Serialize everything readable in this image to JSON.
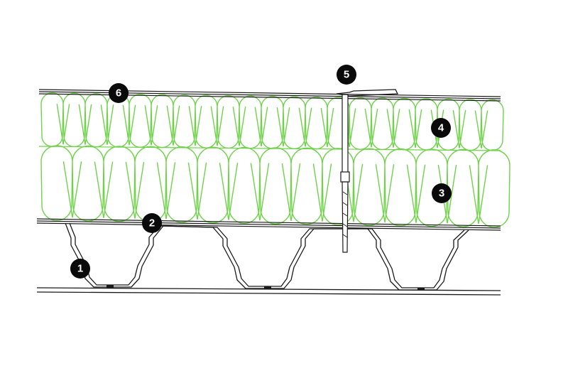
{
  "diagram": {
    "colors": {
      "insulation": "#6fd24a",
      "lines": "#1a1a1a",
      "callout_fill": "#0a0a0a",
      "callout_text": "#ffffff"
    },
    "callouts": [
      {
        "id": "1",
        "label": "1"
      },
      {
        "id": "2",
        "label": "2"
      },
      {
        "id": "3",
        "label": "3"
      },
      {
        "id": "4",
        "label": "4"
      },
      {
        "id": "5",
        "label": "5"
      },
      {
        "id": "6",
        "label": "6"
      }
    ]
  }
}
